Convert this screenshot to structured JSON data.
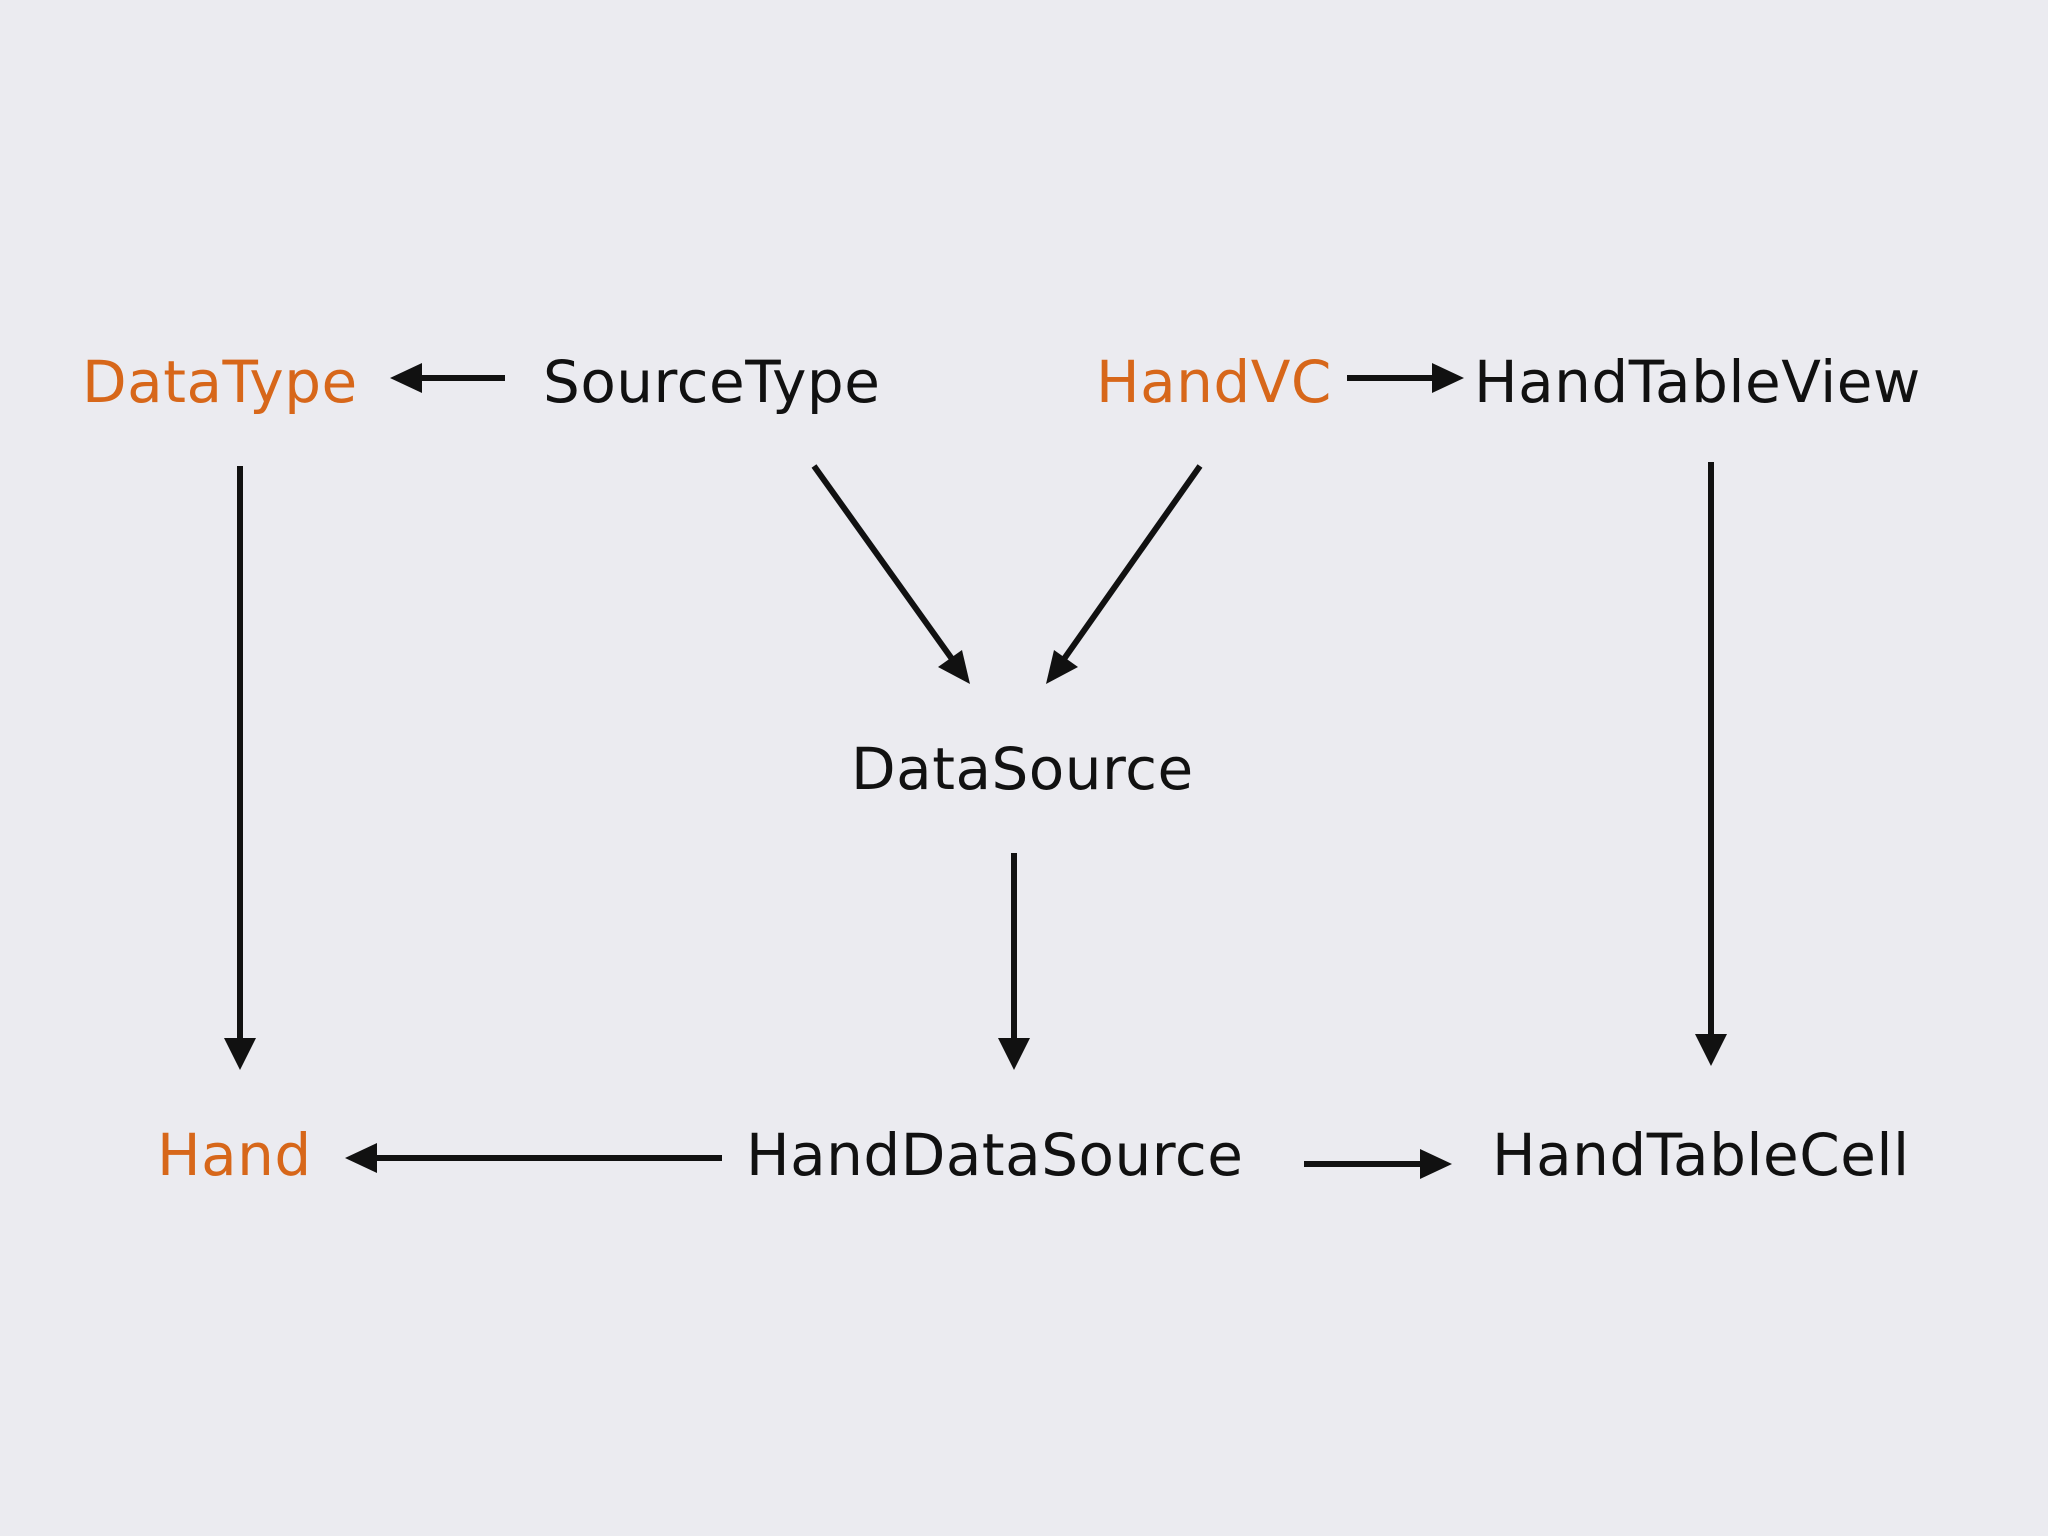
{
  "colors": {
    "background": "#ebebf0",
    "accent_text": "#d7671a",
    "plain_text": "#111111",
    "arrow": "#111111"
  },
  "nodes": {
    "datatype": "DataType",
    "sourcetype": "SourceType",
    "handvc": "HandVC",
    "handtableview": "HandTableView",
    "datasource": "DataSource",
    "hand": "Hand",
    "handdatasource": "HandDataSource",
    "handtablecell": "HandTableCell"
  },
  "edges": [
    {
      "from": "SourceType",
      "to": "DataType"
    },
    {
      "from": "HandVC",
      "to": "HandTableView"
    },
    {
      "from": "SourceType",
      "to": "DataSource"
    },
    {
      "from": "HandVC",
      "to": "DataSource"
    },
    {
      "from": "DataType",
      "to": "Hand"
    },
    {
      "from": "HandTableView",
      "to": "HandTableCell"
    },
    {
      "from": "DataSource",
      "to": "HandDataSource"
    },
    {
      "from": "HandDataSource",
      "to": "Hand"
    },
    {
      "from": "HandDataSource",
      "to": "HandTableCell"
    }
  ]
}
